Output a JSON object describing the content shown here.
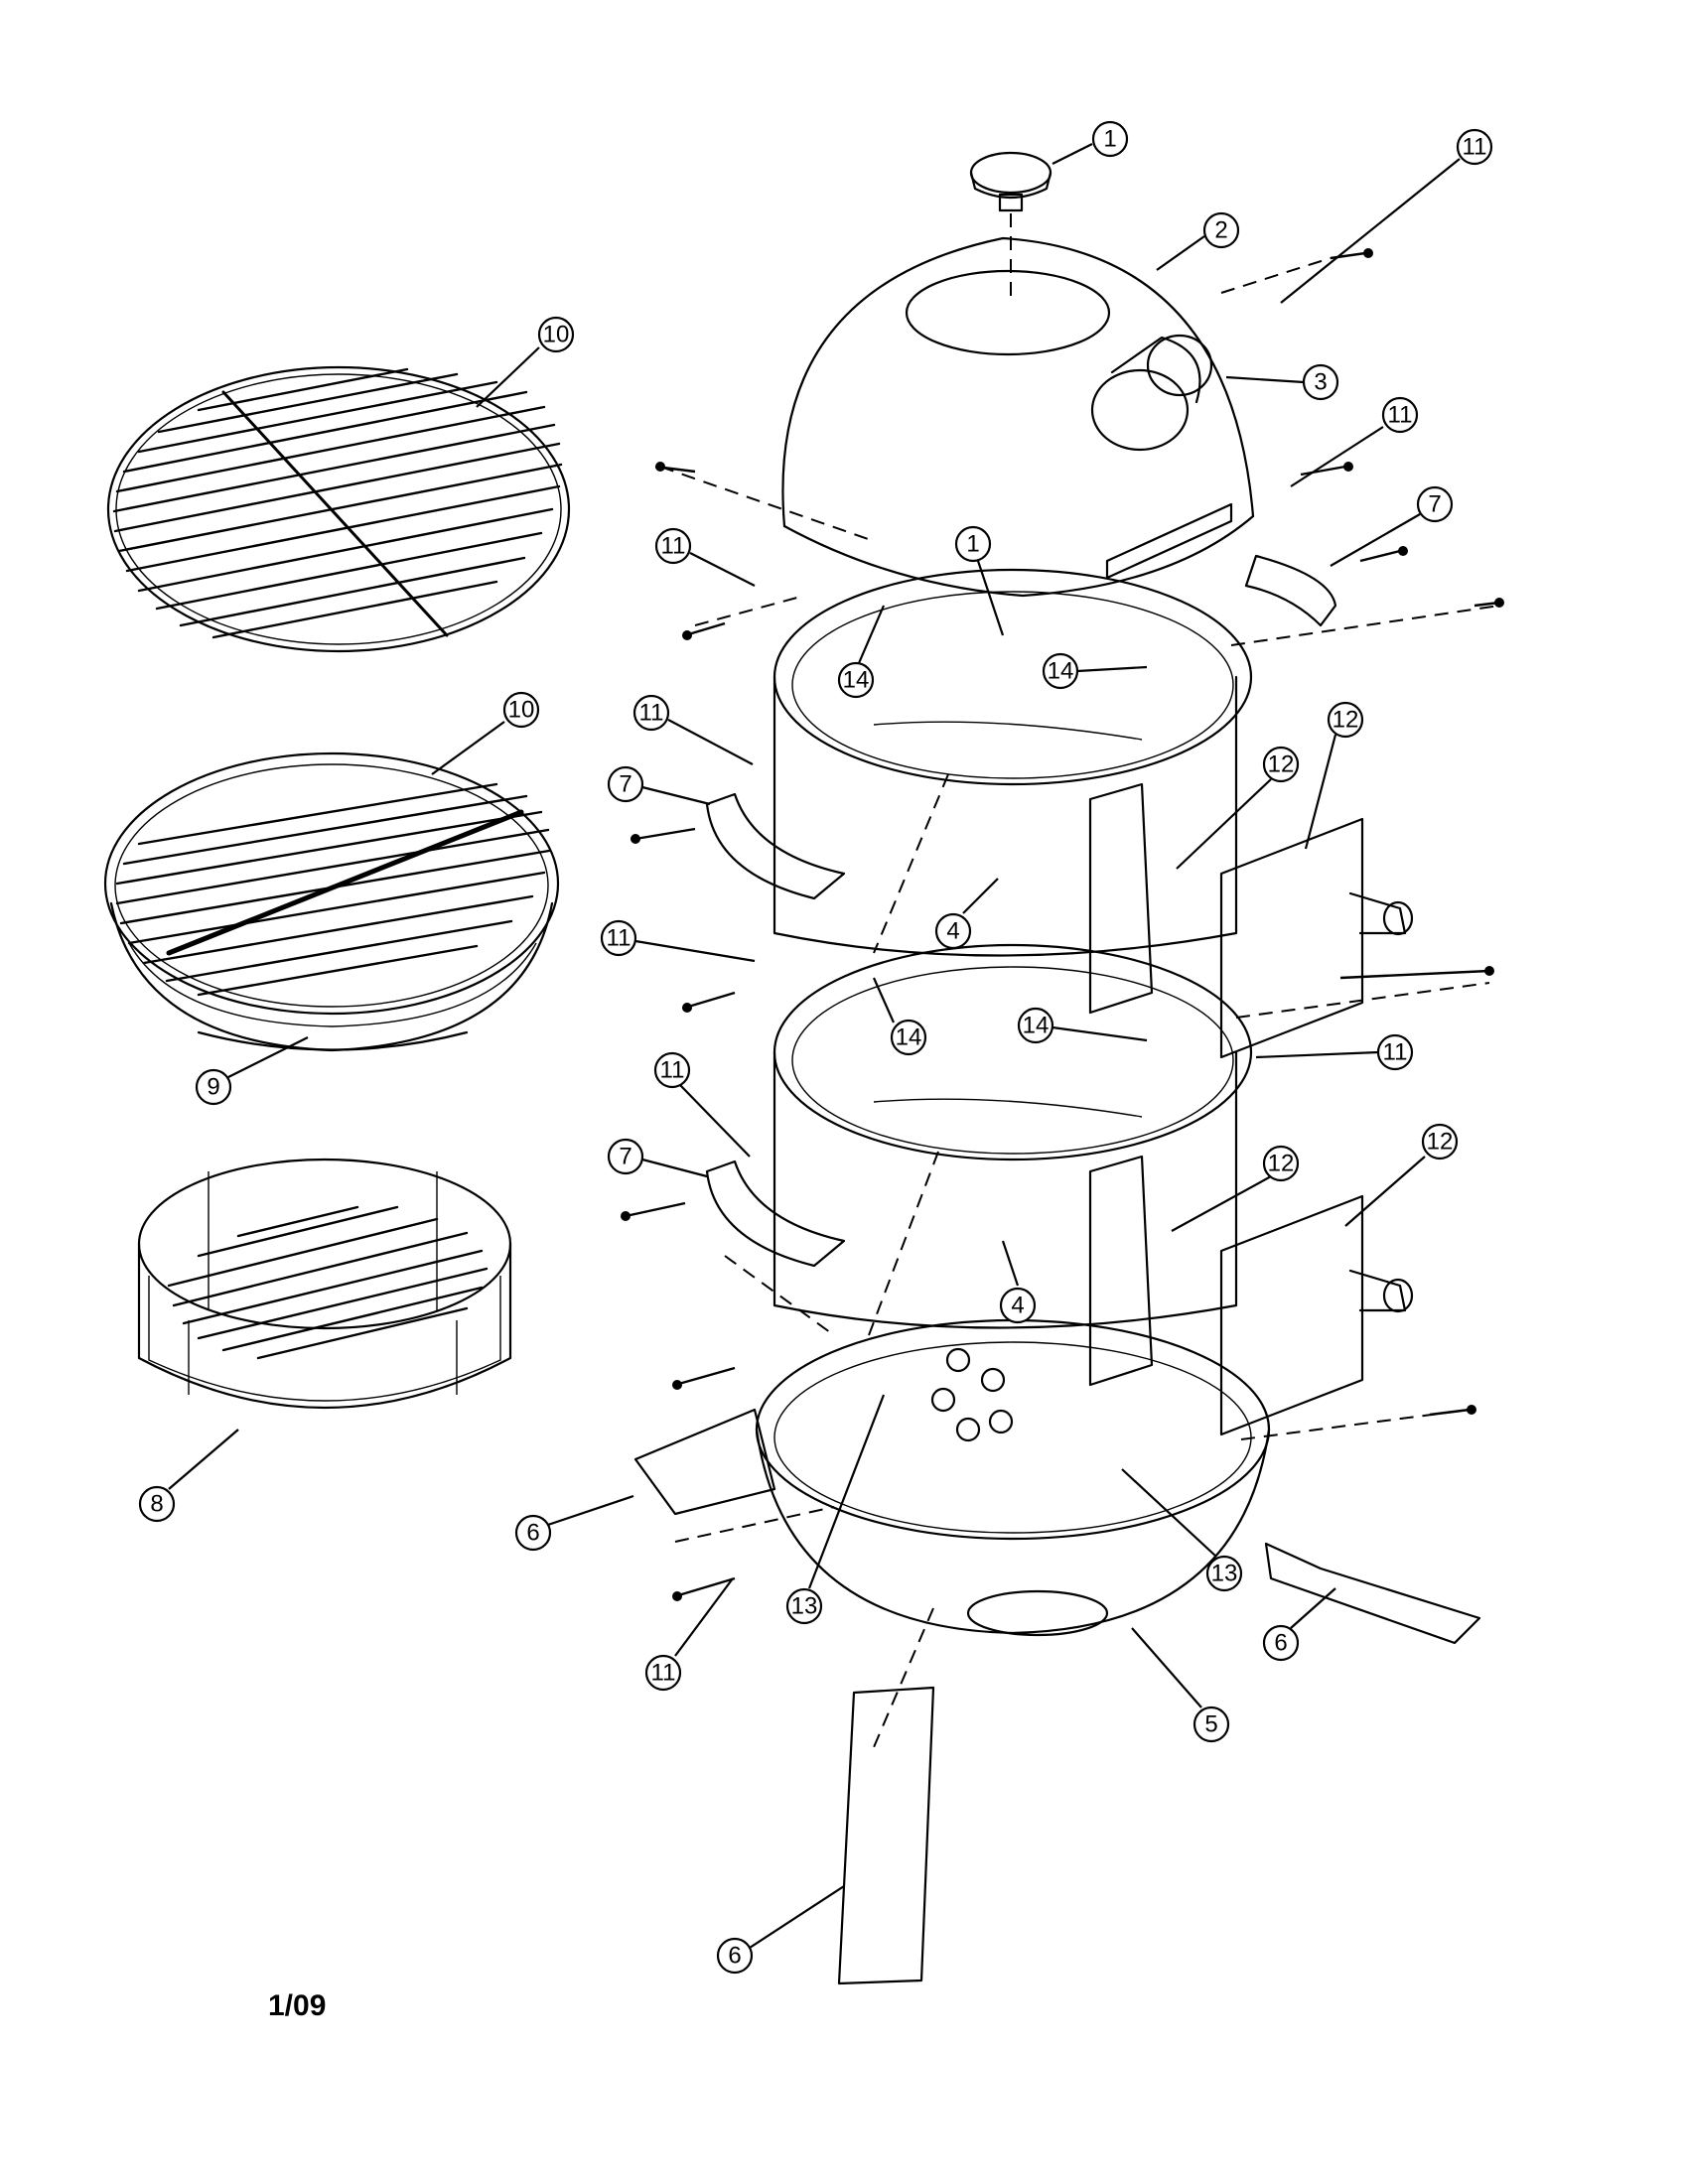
{
  "date_code": "1/09",
  "callouts": [
    "1",
    "1",
    "2",
    "3",
    "4",
    "4",
    "5",
    "6",
    "6",
    "6",
    "7",
    "7",
    "7",
    "8",
    "9",
    "10",
    "10",
    "11",
    "11",
    "11",
    "11",
    "11",
    "11",
    "11",
    "11",
    "12",
    "12",
    "12",
    "12",
    "13",
    "13",
    "14",
    "14",
    "14",
    "14"
  ],
  "parts": [
    {
      "name": "knob-1",
      "callout": "1"
    },
    {
      "name": "lid-dome",
      "callout": "2"
    },
    {
      "name": "thermometer",
      "callout": "3"
    },
    {
      "name": "mid-section",
      "callout": "4"
    },
    {
      "name": "bowl",
      "callout": "5"
    },
    {
      "name": "leg",
      "callout": "6"
    },
    {
      "name": "handle",
      "callout": "7"
    },
    {
      "name": "charcoal-pan",
      "callout": "8"
    },
    {
      "name": "water-pan",
      "callout": "9"
    },
    {
      "name": "cooking-grate",
      "callout": "10"
    },
    {
      "name": "bracket",
      "callout": "11"
    },
    {
      "name": "door",
      "callout": "12"
    },
    {
      "name": "clip",
      "callout": "13"
    },
    {
      "name": "grate-support",
      "callout": "14"
    }
  ]
}
